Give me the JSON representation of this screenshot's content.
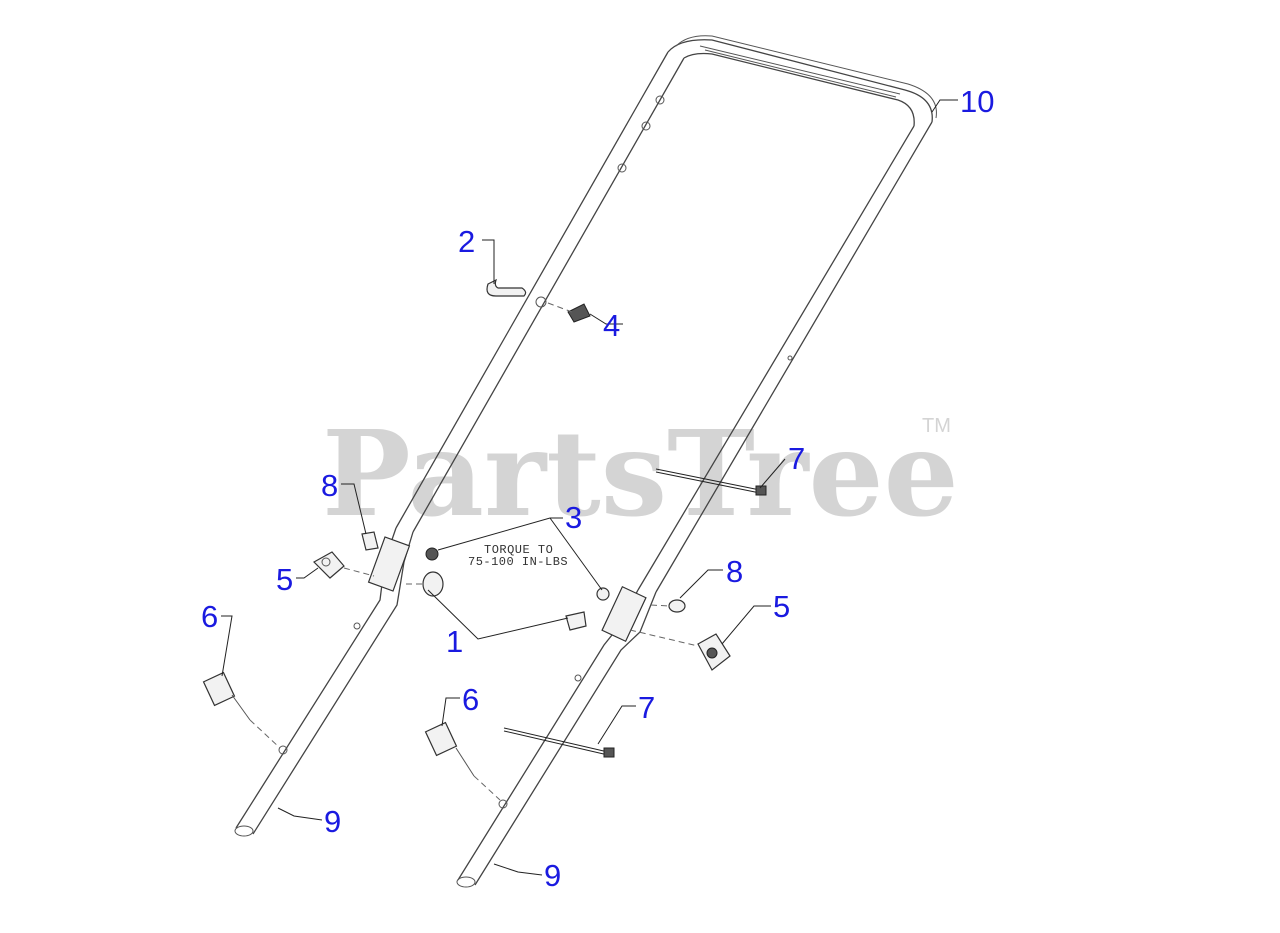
{
  "watermark": {
    "brand": "PartsTree",
    "trademark": "TM"
  },
  "torque_note": {
    "line1": "TORQUE TO",
    "line2": "75-100 IN-LBS"
  },
  "callouts": {
    "c10": "10",
    "c2": "2",
    "c4": "4",
    "c7a": "7",
    "c8a": "8",
    "c3": "3",
    "c5a": "5",
    "c8b": "8",
    "c6a": "6",
    "c1": "1",
    "c5b": "5",
    "c6b": "6",
    "c7b": "7",
    "c9a": "9",
    "c9b": "9"
  },
  "colors": {
    "callout": "#1a1ae0",
    "watermark": "#d4d4d4",
    "line": "#444444"
  }
}
